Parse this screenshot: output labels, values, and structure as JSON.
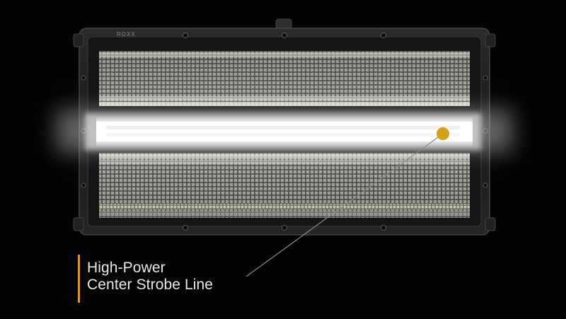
{
  "product": {
    "brand_mark": "ROXX",
    "description": "LED strobe / flood light panel with illuminated center strobe line"
  },
  "callout": {
    "line1": "High-Power",
    "line2": "Center Strobe Line",
    "accent_color": "#d89a16",
    "marker_color": "#d7a012",
    "text_color": "#e9e9e9"
  },
  "colors": {
    "background": "#030303",
    "housing": "#1a1a1b",
    "led_grid": "#9a9a95",
    "strobe_glow": "#ffffff"
  }
}
